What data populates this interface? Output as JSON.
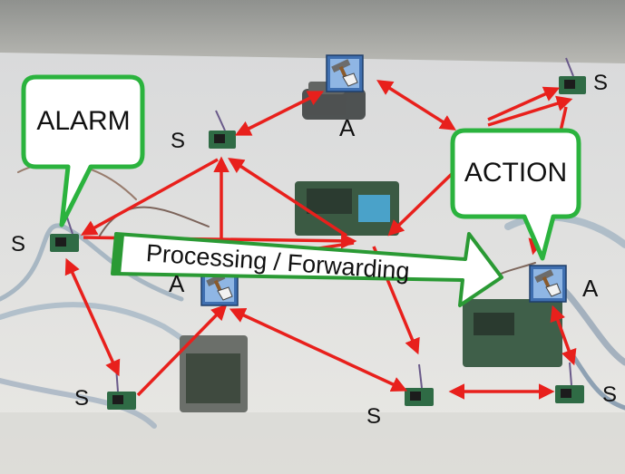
{
  "callouts": {
    "alarm": "ALARM",
    "action": "ACTION"
  },
  "main_arrow_label": "Processing / Forwarding",
  "sensor_label": "S",
  "actuator_label": "A",
  "icons": {
    "sensor_node": "sensor-node-board",
    "actuator": "hammer-hand-icon"
  },
  "colors": {
    "link": "#e8201c",
    "callout_border": "#2bb33e",
    "arrow_fill": "#ffffff",
    "arrow_border": "#2a9a34",
    "actuator_bg": "#3f6fb0"
  }
}
